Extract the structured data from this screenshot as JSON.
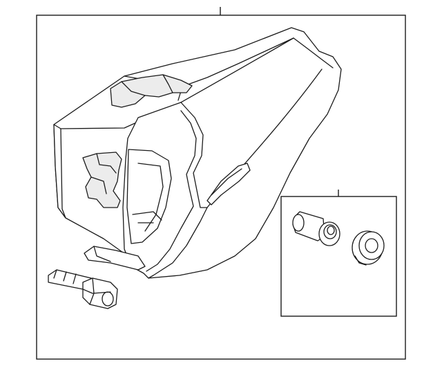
{
  "diagram": {
    "type": "exploded-parts-diagram",
    "parts": [
      {
        "name": "glove-box-assembly"
      },
      {
        "name": "damper-bolt"
      },
      {
        "name": "bushing-sleeve"
      },
      {
        "name": "grommet-ring"
      }
    ],
    "colors": {
      "line": "#1a1a1a",
      "background": "#ffffff",
      "shade": "#ececec"
    }
  }
}
